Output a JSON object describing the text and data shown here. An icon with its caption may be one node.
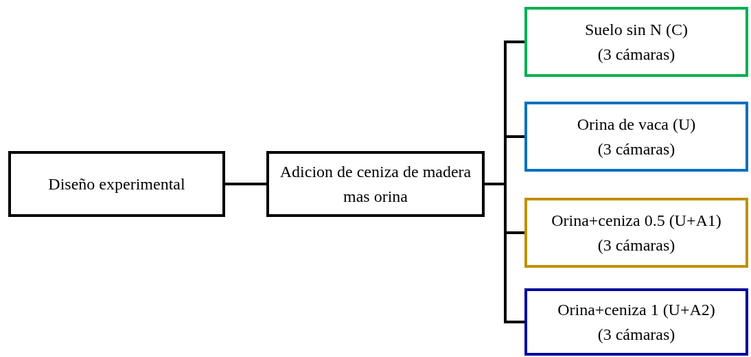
{
  "diagram": {
    "nodes": [
      {
        "text": [
          "Diseño experimental"
        ]
      },
      {
        "text": [
          "Adicion de ceniza de madera mas orina"
        ]
      },
      {
        "text": [
          "Suelo sin N (C)",
          "(3 cámaras)"
        ]
      },
      {
        "text": [
          "Orina de vaca (U)",
          "(3 cámaras)"
        ]
      },
      {
        "text": [
          "Orina+ceniza 0.5 (U+A1)",
          "(3 cámaras)"
        ]
      },
      {
        "text": [
          "Orina+ceniza 1 (U+A2)",
          "(3 cámaras)"
        ]
      }
    ],
    "edges": [
      {
        "from": 0,
        "to": 1,
        "arrow": "none"
      },
      {
        "from": 1,
        "to": 2,
        "arrow": "none"
      },
      {
        "from": 1,
        "to": 3,
        "arrow": "none"
      },
      {
        "from": 1,
        "to": 4,
        "arrow": "none"
      },
      {
        "from": 1,
        "to": 5,
        "arrow": "none"
      }
    ]
  }
}
